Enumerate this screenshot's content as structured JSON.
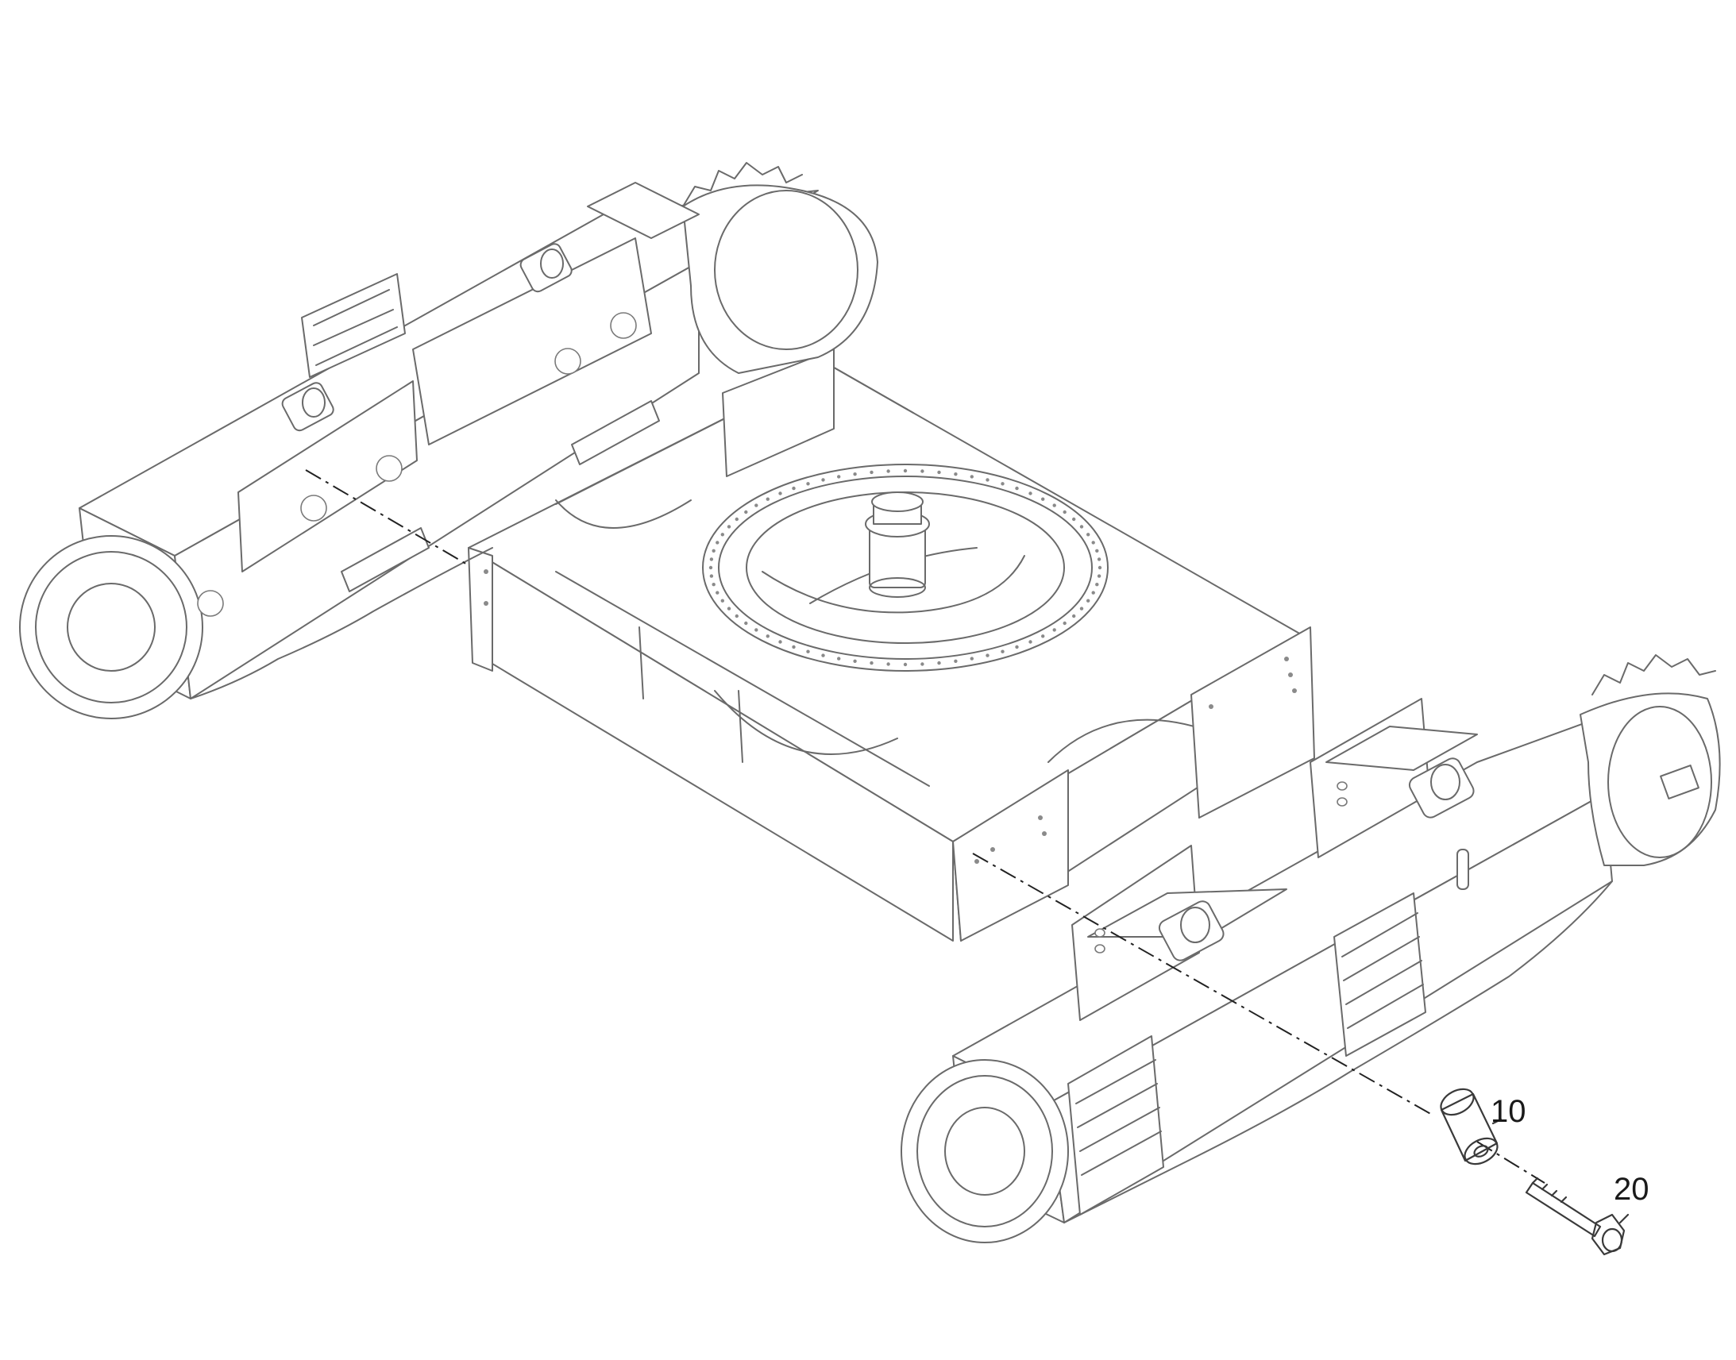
{
  "diagram": {
    "parts": [
      {
        "callout": "10",
        "part": "bushing"
      },
      {
        "callout": "20",
        "part": "bolt"
      }
    ]
  }
}
